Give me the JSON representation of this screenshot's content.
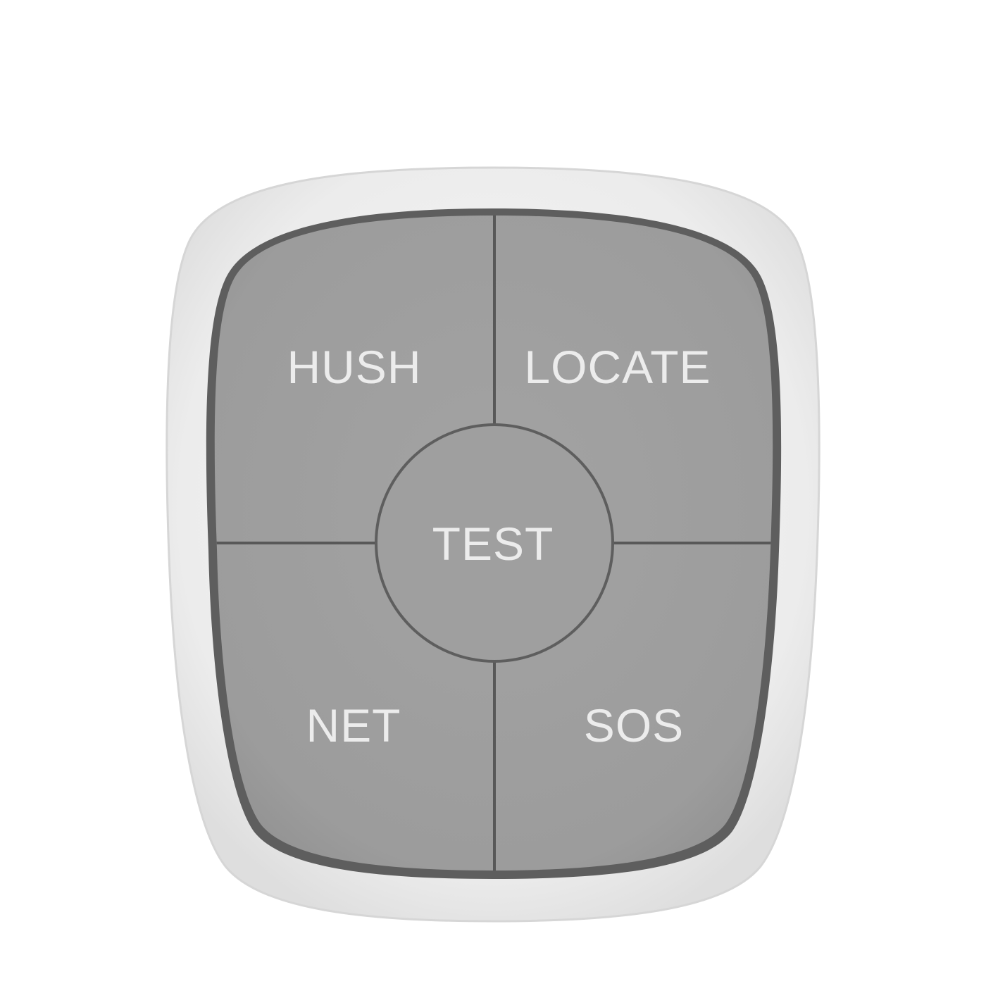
{
  "colors": {
    "background": "#ffffff",
    "housing": "#ececec",
    "housing_edge": "#d4d4d4",
    "bezel": "#5e5e5e",
    "button_face": "#9e9e9e",
    "seam": "#585858",
    "label": "#ececec"
  },
  "device": {
    "buttons": {
      "hush": {
        "label": "HUSH"
      },
      "locate": {
        "label": "LOCATE"
      },
      "net": {
        "label": "NET"
      },
      "sos": {
        "label": "SOS"
      },
      "test": {
        "label": "TEST"
      }
    }
  }
}
